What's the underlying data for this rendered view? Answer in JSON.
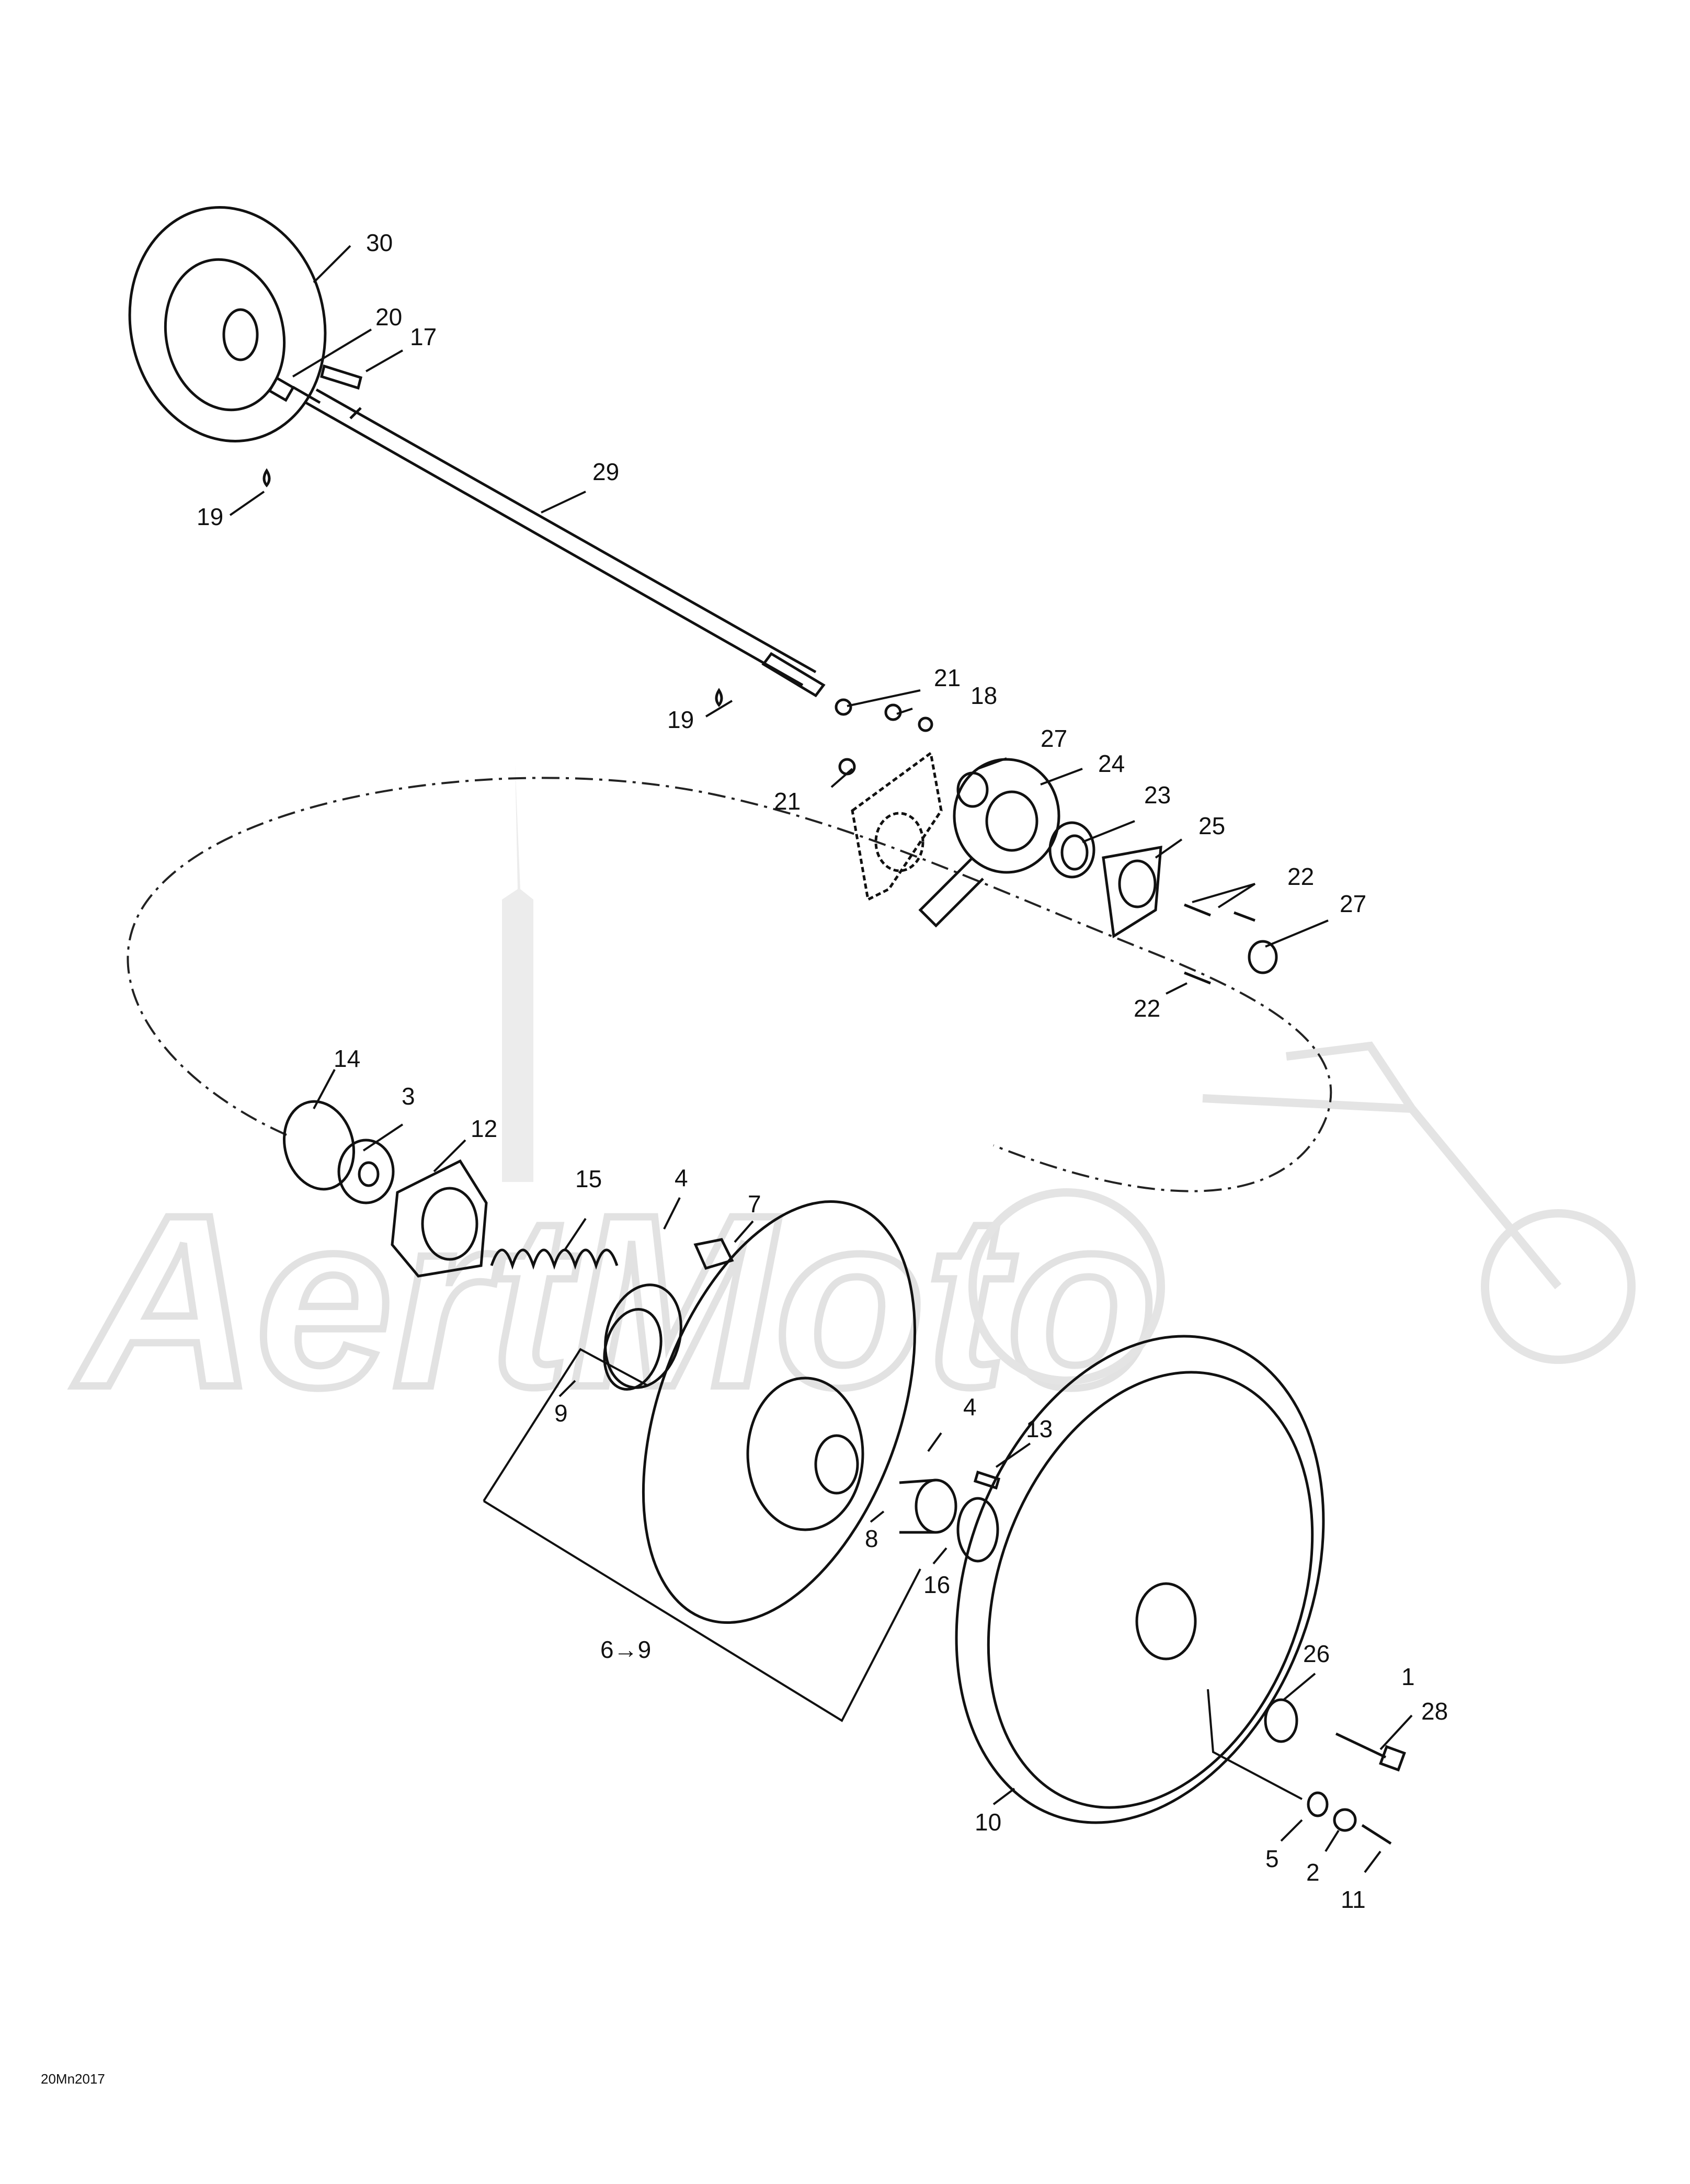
{
  "diagram": {
    "watermark_text": "AertMoto",
    "reference_code": "20Mn2017",
    "callouts": [
      {
        "id": "c30",
        "text": "30"
      },
      {
        "id": "c20",
        "text": "20"
      },
      {
        "id": "c17",
        "text": "17"
      },
      {
        "id": "c29",
        "text": "29"
      },
      {
        "id": "c19a",
        "text": "19"
      },
      {
        "id": "c19b",
        "text": "19"
      },
      {
        "id": "c21a",
        "text": "21"
      },
      {
        "id": "c18",
        "text": "18"
      },
      {
        "id": "c21b",
        "text": "21"
      },
      {
        "id": "c27a",
        "text": "27"
      },
      {
        "id": "c24",
        "text": "24"
      },
      {
        "id": "c23",
        "text": "23"
      },
      {
        "id": "c25",
        "text": "25"
      },
      {
        "id": "c22a",
        "text": "22"
      },
      {
        "id": "c27b",
        "text": "27"
      },
      {
        "id": "c22b",
        "text": "22"
      },
      {
        "id": "c14",
        "text": "14"
      },
      {
        "id": "c3",
        "text": "3"
      },
      {
        "id": "c12",
        "text": "12"
      },
      {
        "id": "c15",
        "text": "15"
      },
      {
        "id": "c4a",
        "text": "4"
      },
      {
        "id": "c7",
        "text": "7"
      },
      {
        "id": "c9",
        "text": "9"
      },
      {
        "id": "c4b",
        "text": "4"
      },
      {
        "id": "c13",
        "text": "13"
      },
      {
        "id": "c8",
        "text": "8"
      },
      {
        "id": "c16",
        "text": "16"
      },
      {
        "id": "c6_9",
        "text": "6→9"
      },
      {
        "id": "c26",
        "text": "26"
      },
      {
        "id": "c1",
        "text": "1"
      },
      {
        "id": "c28",
        "text": "28"
      },
      {
        "id": "c10",
        "text": "10"
      },
      {
        "id": "c5",
        "text": "5"
      },
      {
        "id": "c2",
        "text": "2"
      },
      {
        "id": "c11",
        "text": "11"
      }
    ]
  }
}
